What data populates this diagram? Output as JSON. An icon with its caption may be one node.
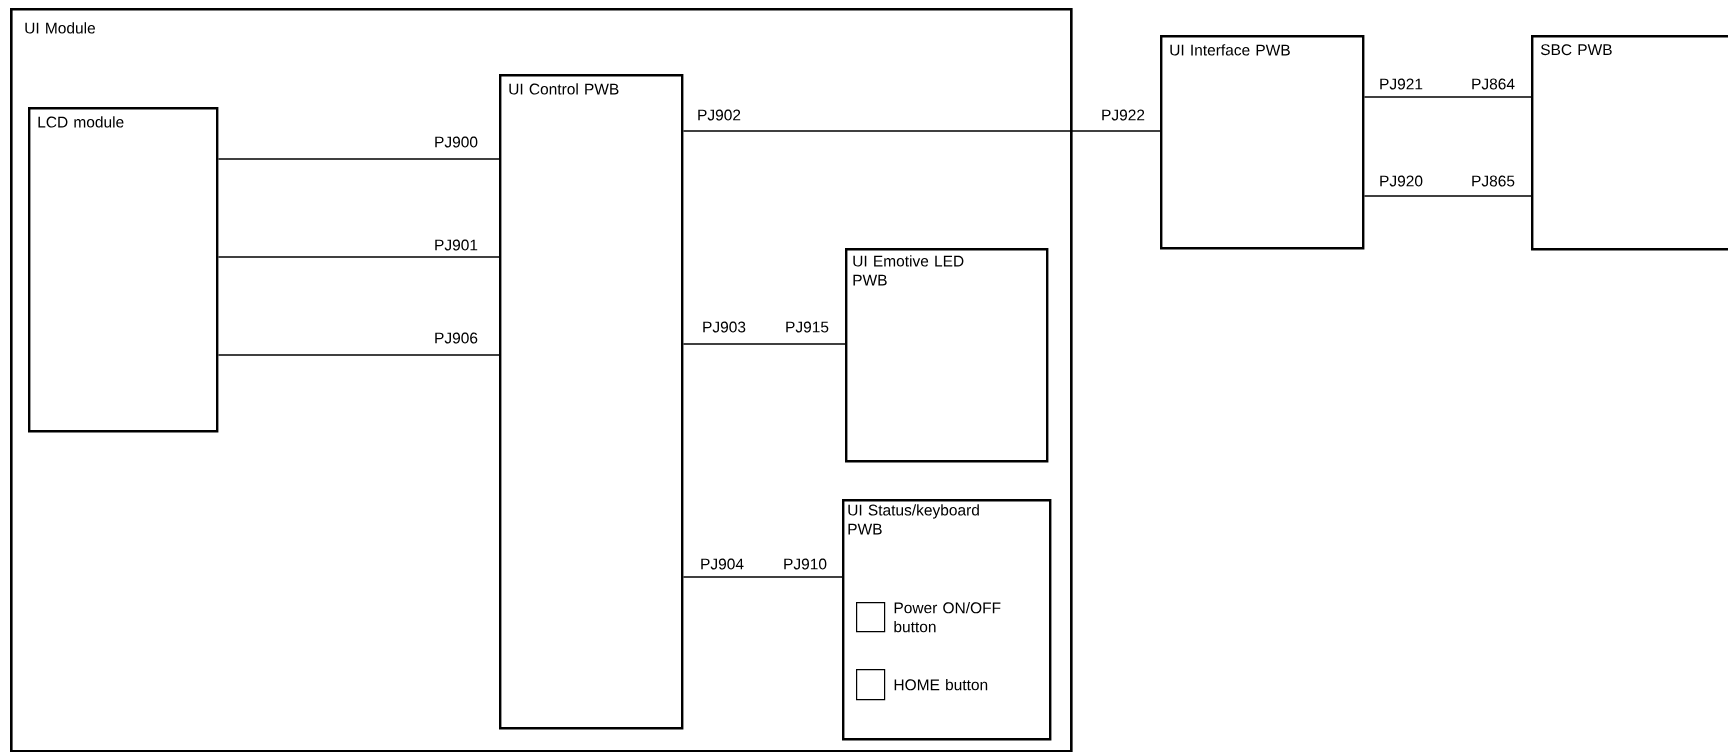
{
  "diagram": {
    "nodes": [
      {
        "text": [
          "UI Module"
        ]
      },
      {
        "text": [
          "LCD module"
        ],
        "in": 0
      },
      {
        "text": [
          "UI Control PWB"
        ],
        "in": 0
      },
      {
        "text": [
          "UI Emotive LED PWB"
        ],
        "in": 0
      },
      {
        "text": [
          "UI Status/keyboard PWB"
        ],
        "in": 0
      },
      {
        "text": [],
        "shape": "box",
        "beside": [
          "Power ON/OFF button"
        ],
        "in": 4
      },
      {
        "text": [],
        "shape": "box",
        "beside": [
          "HOME button"
        ],
        "in": 4
      },
      {
        "text": [
          "UI Interface PWB"
        ]
      },
      {
        "text": [
          "SBC PWB"
        ]
      }
    ],
    "edges": [
      {
        "from": 1,
        "to": 2,
        "arrow": "none"
      },
      {
        "from": 1,
        "to": 2,
        "arrow": "none"
      },
      {
        "from": 1,
        "to": 2,
        "arrow": "none"
      },
      {
        "from": 2,
        "to": 7,
        "arrow": "none"
      },
      {
        "from": 2,
        "to": 3,
        "arrow": "none"
      },
      {
        "from": 2,
        "to": 4,
        "arrow": "none"
      },
      {
        "from": 7,
        "to": 8,
        "arrow": "none"
      },
      {
        "from": 7,
        "to": 8,
        "arrow": "none"
      }
    ],
    "labels": [
      "PJ902",
      "PJ922",
      "PJ921",
      "PJ864",
      "PJ900",
      "PJ920",
      "PJ865",
      "PJ901",
      "PJ903",
      "PJ915",
      "PJ906",
      "PJ904",
      "PJ910"
    ]
  }
}
